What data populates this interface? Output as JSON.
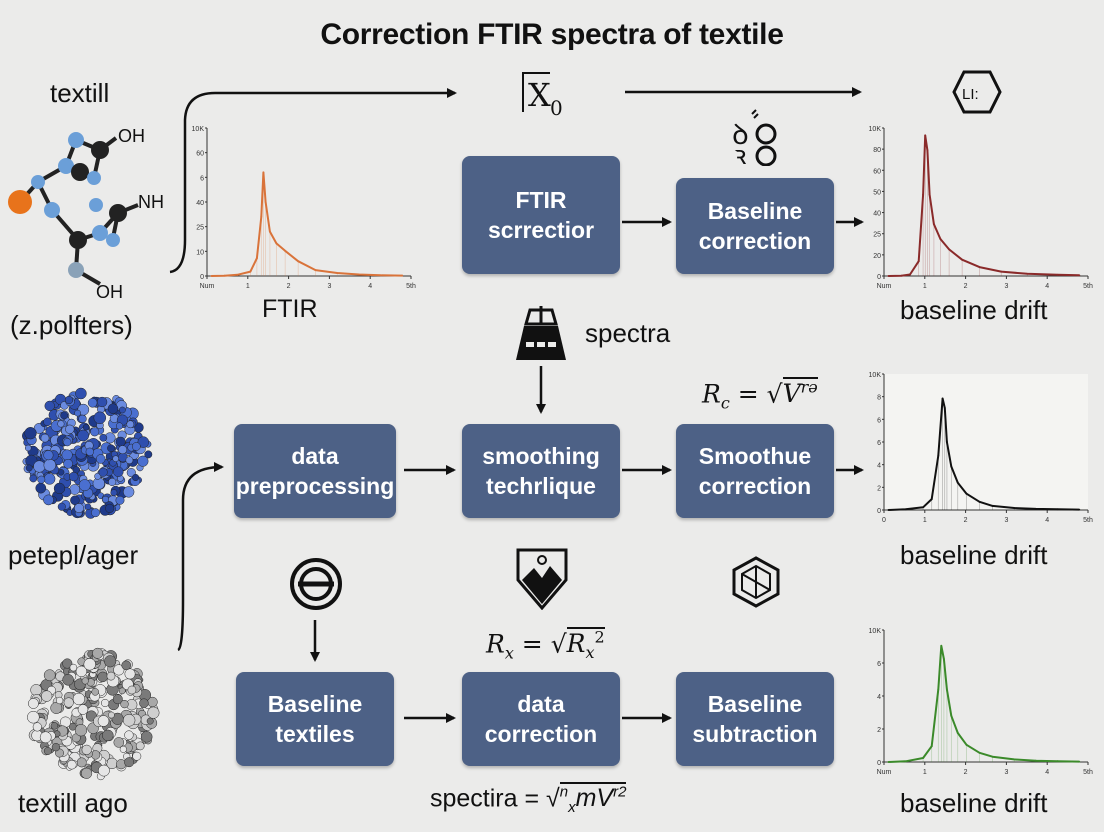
{
  "title": "Correction FTIR spectra of textile",
  "left_labels": {
    "top_name": "textill",
    "top_caption": "(z.polfters)",
    "middle_caption": "petepl/ager",
    "bottom_caption": "textill ago",
    "atom_oh_top": "OH",
    "atom_nh": "NH",
    "atom_oh_bottom": "OH"
  },
  "top_x_symbol": "X",
  "top_x_sub": "0",
  "top_right_icon_text": "LI:",
  "boxes": {
    "ftir": [
      "FTIR",
      "scrrectior"
    ],
    "baseline_correction": [
      "Baseline",
      "correction"
    ],
    "data_preprocessing": [
      "data",
      "preprocessing"
    ],
    "smoothing": [
      "smoothing",
      "techrlique"
    ],
    "smoothue": [
      "Smoothue",
      "correction"
    ],
    "baseline_textiles": [
      "Baseline",
      "textiles"
    ],
    "data_correction": [
      "data",
      "correction"
    ],
    "baseline_subtraction": [
      "Baseline",
      "subtraction"
    ]
  },
  "captions": {
    "ftir": "FTIR",
    "spectra": "spectra",
    "drift_1": "baseline drift",
    "drift_2": "baseline drift",
    "drift_3": "baseline drift"
  },
  "equations": {
    "rc_lhs": "R",
    "rc_sub": "c",
    "rc_eq": " = √",
    "rc_rad": "V",
    "rc_sup": "rə",
    "rx_lhs": "R",
    "rx_sub": "x",
    "rx_eq": " = √",
    "rx_rad": "R",
    "rx_rad_sub": "x",
    "rx_sup": "2",
    "sp_lhs": "spectira",
    "sp_eq": " = √",
    "sp_sup": "n",
    "sp_sub": "x",
    "sp_rad": "mV",
    "sp_rad_sup": "r2"
  },
  "chart_data": [
    {
      "type": "line",
      "id": "ftir",
      "color": "#d9733a",
      "x": [
        0.6,
        0.9,
        1.2,
        1.5,
        1.65,
        1.75,
        1.8,
        1.85,
        1.95,
        2.1,
        2.3,
        2.6,
        3.0,
        3.5,
        4.0,
        4.5,
        5.0
      ],
      "y": [
        0,
        0.2,
        0.8,
        3,
        12,
        40,
        70,
        50,
        30,
        22,
        17,
        10,
        4,
        2,
        1,
        0.5,
        0.3
      ],
      "ylim": [
        0,
        100
      ],
      "xlim": [
        0.5,
        5.2
      ],
      "yticks": [
        "10K",
        "60",
        "6",
        "40",
        "25",
        "10",
        "0"
      ],
      "xticks": [
        "Num",
        "1",
        "2",
        "3",
        "4",
        "5th"
      ]
    },
    {
      "type": "line",
      "id": "drift_1",
      "color": "#8a2a2a",
      "x": [
        0.6,
        0.9,
        1.1,
        1.3,
        1.4,
        1.45,
        1.5,
        1.55,
        1.65,
        1.8,
        2.0,
        2.3,
        2.7,
        3.2,
        3.8,
        4.5,
        5.0
      ],
      "y": [
        0,
        0.2,
        1,
        10,
        55,
        95,
        85,
        55,
        35,
        25,
        18,
        11,
        6,
        3,
        1.5,
        0.8,
        0.5
      ],
      "ylim": [
        0,
        100
      ],
      "xlim": [
        0.5,
        5.2
      ],
      "yticks": [
        "10K",
        "80",
        "60",
        "50",
        "40",
        "25",
        "20",
        "0"
      ],
      "xticks": [
        "Num",
        "1",
        "2",
        "3",
        "4",
        "5th"
      ]
    },
    {
      "type": "line",
      "id": "drift_2",
      "color": "#111111",
      "x": [
        0.6,
        1.0,
        1.4,
        1.6,
        1.75,
        1.85,
        1.9,
        1.95,
        2.05,
        2.2,
        2.4,
        2.7,
        3.0,
        3.5,
        4.0,
        4.5,
        5.0
      ],
      "y": [
        0,
        0.5,
        2,
        8,
        40,
        82,
        75,
        50,
        32,
        20,
        12,
        6,
        3,
        1.5,
        0.8,
        0.5,
        0.3
      ],
      "ylim": [
        0,
        100
      ],
      "xlim": [
        0.5,
        5.2
      ],
      "yticks": [
        "10K",
        "8",
        "6",
        "6",
        "4",
        "2",
        "0"
      ],
      "xticks": [
        "0",
        "1",
        "2",
        "3",
        "4",
        "5th"
      ]
    },
    {
      "type": "line",
      "id": "drift_3",
      "color": "#3b8a2a",
      "x": [
        0.6,
        1.0,
        1.4,
        1.6,
        1.75,
        1.82,
        1.88,
        1.95,
        2.05,
        2.2,
        2.4,
        2.7,
        3.0,
        3.5,
        4.0,
        4.5,
        5.0
      ],
      "y": [
        0,
        0.5,
        3,
        12,
        55,
        88,
        78,
        55,
        35,
        22,
        13,
        7,
        4,
        2,
        1,
        0.6,
        0.3
      ],
      "ylim": [
        0,
        100
      ],
      "xlim": [
        0.5,
        5.2
      ],
      "yticks": [
        "10K",
        "6",
        "4",
        "2",
        "0"
      ],
      "xticks": [
        "Num",
        "1",
        "2",
        "3",
        "4",
        "5th"
      ]
    }
  ]
}
